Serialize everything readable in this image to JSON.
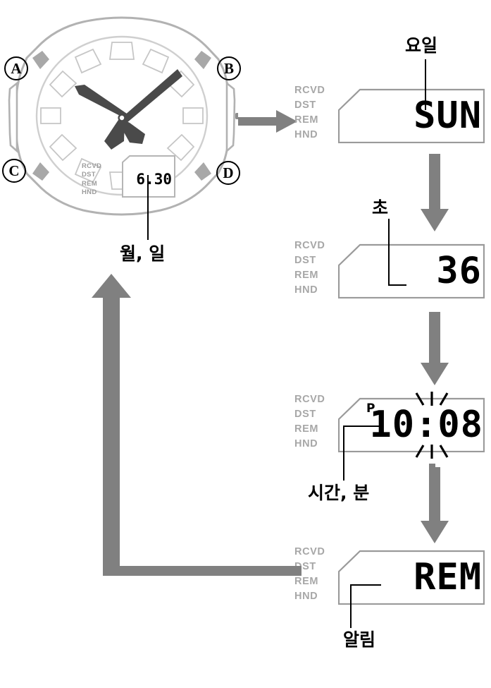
{
  "diagram": {
    "title": "Watch mode / setting sequence",
    "colors": {
      "flow_arrow": "#808080",
      "lcd_flag_text": "#a8a8a8",
      "lcd_border": "#9a9a9a",
      "lcd_digit": "#000000",
      "watch_outline": "#b0b0b0",
      "watch_hand": "#4a4a4a",
      "leader_line": "#000000"
    }
  },
  "watch": {
    "name": "analog-digital-watch",
    "buttons": [
      {
        "id": "a",
        "label": "A",
        "position": "upper-left"
      },
      {
        "id": "b",
        "label": "B",
        "position": "upper-right"
      },
      {
        "id": "c",
        "label": "C",
        "position": "lower-left"
      },
      {
        "id": "d",
        "label": "D",
        "position": "lower-right"
      }
    ],
    "lcd": {
      "flags": "RCVD\nDST\nREM\nHND",
      "flag_lines": [
        "RCVD",
        "DST",
        "REM",
        "HND"
      ],
      "value": "6.30"
    },
    "analog_time": "10:08"
  },
  "labels": {
    "month_day": "월, 일",
    "day_of_week": "요일",
    "seconds": "초",
    "hour_minute": "시간, 분",
    "alarm": "알림"
  },
  "panels": [
    {
      "id": "day-of-week",
      "flag_lines": [
        "RCVD",
        "DST",
        "REM",
        "HND"
      ],
      "value": "SUN",
      "callout": "요일",
      "pm_indicator": "",
      "blinking": false
    },
    {
      "id": "seconds",
      "flag_lines": [
        "RCVD",
        "DST",
        "REM",
        "HND"
      ],
      "value": "36",
      "callout": "초",
      "pm_indicator": "",
      "blinking": false
    },
    {
      "id": "hour-minute",
      "flag_lines": [
        "RCVD",
        "DST",
        "REM",
        "HND"
      ],
      "value": "10:08",
      "callout": "시간, 분",
      "pm_indicator": "P",
      "blinking": true
    },
    {
      "id": "reminder",
      "flag_lines": [
        "RCVD",
        "DST",
        "REM",
        "HND"
      ],
      "value": "REM",
      "callout": "알림",
      "pm_indicator": "",
      "blinking": false
    }
  ],
  "flow": {
    "watch_to_first": "arrow-right",
    "between_panels": "arrow-down",
    "return_to_watch": "arrow-up-left-loop"
  }
}
